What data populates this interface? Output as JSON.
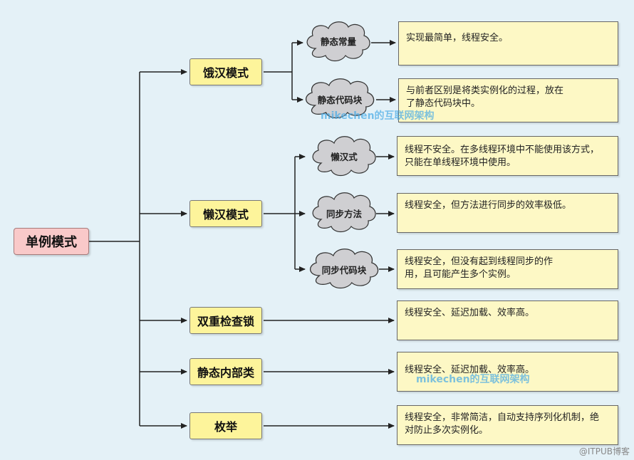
{
  "root": {
    "label": "单例模式"
  },
  "branches": [
    {
      "label": "饿汉模式"
    },
    {
      "label": "懒汉模式"
    },
    {
      "label": "双重检查锁"
    },
    {
      "label": "静态内部类"
    },
    {
      "label": "枚举"
    }
  ],
  "clouds": [
    {
      "label": "静态常量"
    },
    {
      "label": "静态代码块"
    },
    {
      "label": "懒汉式"
    },
    {
      "label": "同步方法"
    },
    {
      "label": "同步代码块"
    }
  ],
  "notes": [
    {
      "line1": "实现最简单，线程安全。",
      "line2": ""
    },
    {
      "line1": "与前者区别是将类实例化的过程，放在",
      "line2": "了静态代码块中。"
    },
    {
      "line1": "线程不安全。在多线程环境中不能使用该方式，",
      "line2": "只能在单线程环境中使用。"
    },
    {
      "line1": "线程安全，但方法进行同步的效率极低。",
      "line2": ""
    },
    {
      "line1": "线程安全，但没有起到线程同步的作",
      "line2": "用，且可能产生多个实例。"
    },
    {
      "line1": "线程安全、延迟加载、效率高。",
      "line2": ""
    },
    {
      "line1": "线程安全、延迟加载、效率高。",
      "line2": ""
    },
    {
      "line1": "线程安全，非常简洁，自动支持序列化机制，绝",
      "line2": "对防止多次实例化。"
    }
  ],
  "watermarks": [
    "mikechen的互联网架构",
    "mikechen的互联网架构"
  ],
  "corner_mark": "@ITPUB博客",
  "colors": {
    "background": "#e4f1f7",
    "root": "#f9c9c9",
    "branch": "#fdf49b",
    "note": "#fdf8c5",
    "cloud": "#cfcfd2",
    "line": "#222222"
  }
}
